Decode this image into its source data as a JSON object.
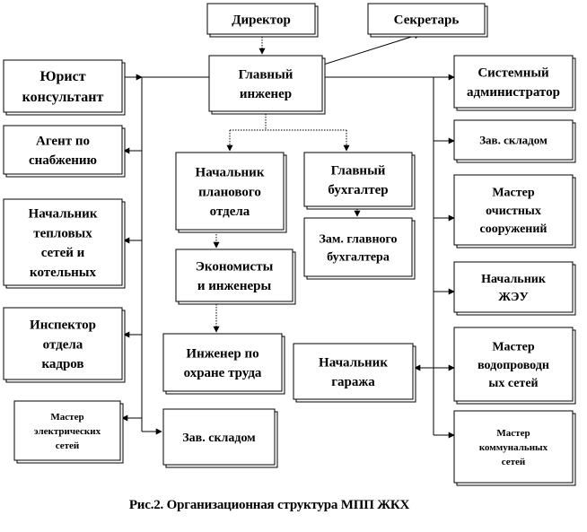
{
  "nodes": {
    "director": "Директор",
    "secretary": "Секретарь",
    "chief_engineer": [
      "Главный",
      "инженер"
    ],
    "lawyer": [
      "Юрист",
      "консультант"
    ],
    "supply_agent": [
      "Агент по",
      "снабжению"
    ],
    "heating_chief": [
      "Начальник",
      "тепловых",
      "сетей и",
      "котельных"
    ],
    "hr_inspector": [
      "Инспектор",
      "отдела",
      "кадров"
    ],
    "electric_master": [
      "Мастер",
      "электрических",
      "сетей"
    ],
    "sysadmin": [
      "Системный",
      "администратор"
    ],
    "warehouse_right": "Зав. складом",
    "treatment_master": [
      "Мастер",
      "очистных",
      "сооружений"
    ],
    "zheu_chief": [
      "Начальник",
      "ЖЭУ"
    ],
    "water_master": [
      "Мастер",
      "водопроводн",
      "ых сетей"
    ],
    "communal_master": [
      "Мастер",
      "коммунальных",
      "сетей"
    ],
    "planning_chief": [
      "Начальник",
      "планового",
      "отдела"
    ],
    "chief_accountant": [
      "Главный",
      "бухгалтер"
    ],
    "deputy_accountant": [
      "Зам. главного",
      "бухгалтера"
    ],
    "economists": [
      "Экономисты",
      "и инженеры"
    ],
    "safety_engineer": [
      "Инженер по",
      "охране труда"
    ],
    "garage_chief": [
      "Начальник",
      "гаража"
    ],
    "warehouse_center": "Зав. складом"
  },
  "caption": "Рис.2. Организационная структура МПП ЖКХ",
  "colors": {
    "line": "#000000",
    "shadow": "#7a7a7a",
    "box": "#ffffff"
  }
}
